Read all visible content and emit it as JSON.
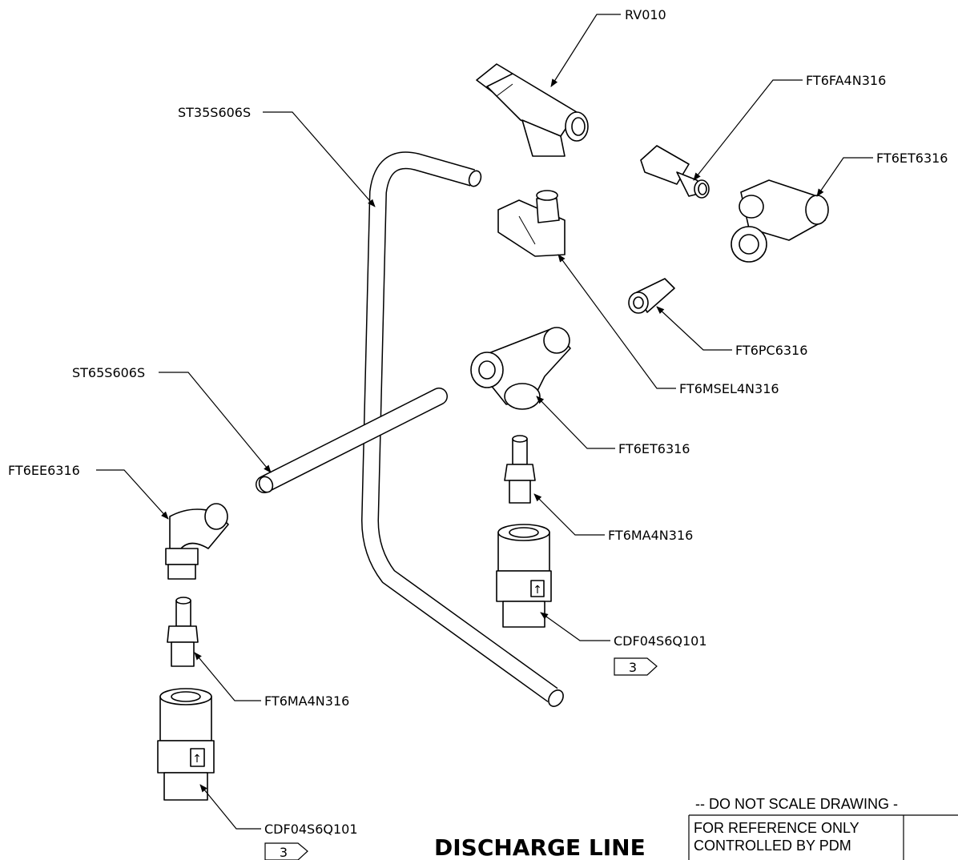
{
  "title": "DISCHARGE LINE",
  "notes": {
    "do_not_scale": "-- DO  NOT  SCALE  DRAWING -",
    "ref_line1": "FOR REFERENCE ONLY",
    "ref_line2": "CONTROLLED BY PDM"
  },
  "labels": {
    "rv010": "RV010",
    "ft6fa4n316": "FT6FA4N316",
    "st35s606s": "ST35S606S",
    "ft6et6316_top": "FT6ET6316",
    "ft6pc6316": "FT6PC6316",
    "ft6msel4n316": "FT6MSEL4N316",
    "st65s606s": "ST65S606S",
    "ft6et6316_mid": "FT6ET6316",
    "ft6ee6316": "FT6EE6316",
    "ft6ma4n316_right": "FT6MA4N316",
    "cdf04s6q101_right": "CDF04S6Q101",
    "ft6ma4n316_left": "FT6MA4N316",
    "cdf04s6q101_left": "CDF04S6Q101"
  },
  "flags": {
    "right": "3",
    "left": "3"
  },
  "markers": {
    "arrow_glyph": "↑"
  }
}
